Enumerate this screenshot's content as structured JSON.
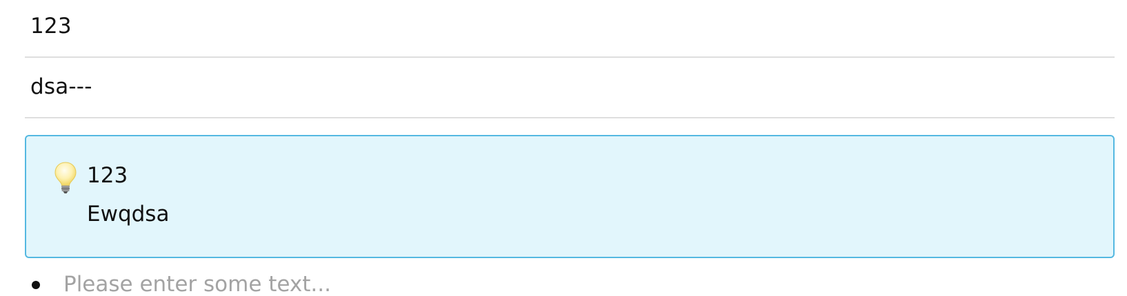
{
  "blocks": {
    "row1_text": "123",
    "row2_text": "dsa---"
  },
  "callout": {
    "icon": "lightbulb-icon",
    "title": "123",
    "body": "Ewqdsa",
    "background_color": "#e2f6fc",
    "border_color": "#54b8e1"
  },
  "bullet": {
    "placeholder": "Please enter some text..."
  }
}
